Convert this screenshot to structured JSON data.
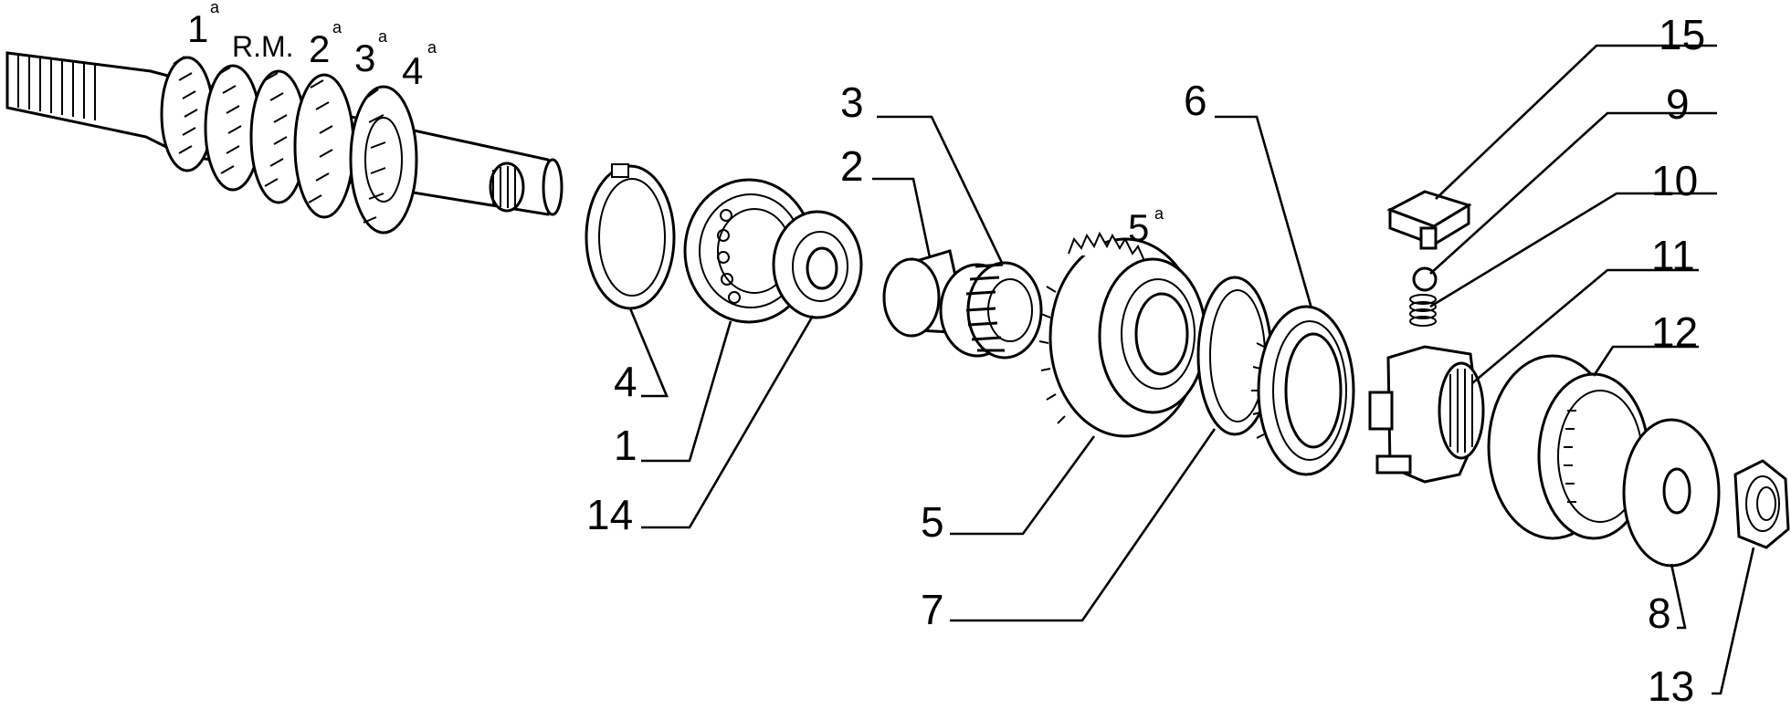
{
  "gear_labels": [
    {
      "num": "1",
      "sup": "a"
    },
    {
      "text": "R.M."
    },
    {
      "num": "2",
      "sup": "a"
    },
    {
      "num": "3",
      "sup": "a"
    },
    {
      "num": "4",
      "sup": "a"
    },
    {
      "num": "5",
      "sup": "a"
    }
  ],
  "callouts": {
    "p1": "1",
    "p2": "2",
    "p3": "3",
    "p4": "4",
    "p5": "5",
    "p6": "6",
    "p7": "7",
    "p8": "8",
    "p9": "9",
    "p10": "10",
    "p11": "11",
    "p12": "12",
    "p13": "13",
    "p14": "14",
    "p15": "15"
  }
}
